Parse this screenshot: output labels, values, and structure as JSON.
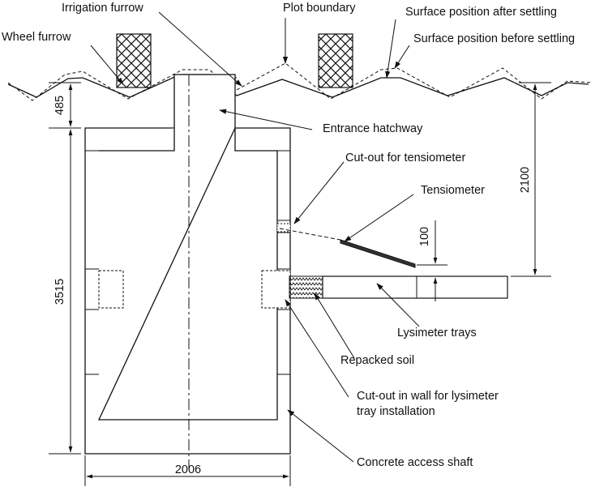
{
  "labels": {
    "irrigation_furrow": "Irrigation furrow",
    "plot_boundary": "Plot  boundary",
    "surface_after": "Surface position after settling",
    "surface_before": "Surface position before settling",
    "wheel_furrow": "Wheel furrow",
    "entrance_hatchway": "Entrance hatchway",
    "cutout_tensiometer": "Cut-out for tensiometer",
    "tensiometer": "Tensiometer",
    "lysimeter_trays": "Lysimeter trays",
    "repacked_soil": "Repacked soil",
    "cutout_wall_line1": "Cut-out in wall for lysimeter",
    "cutout_wall_line2": "tray installation",
    "concrete_shaft": "Concrete access shaft"
  },
  "dimensions": {
    "top_depth": "485",
    "shaft_height": "3515",
    "tray_depth": "2100",
    "tray_offset": "100",
    "shaft_width": "2006"
  }
}
